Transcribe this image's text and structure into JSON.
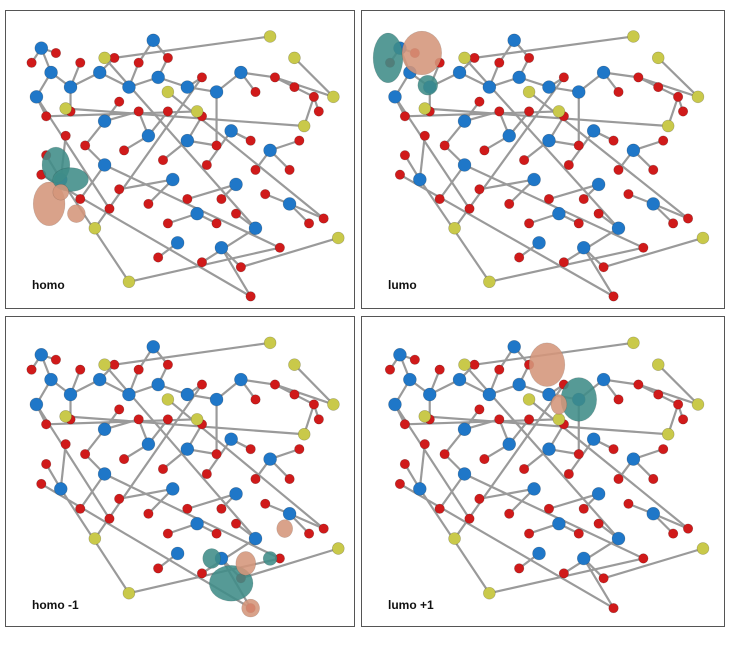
{
  "panels": [
    {
      "label": "homo"
    },
    {
      "label": "lumo"
    },
    {
      "label": "homo  -1"
    },
    {
      "label": "lumo +1"
    }
  ],
  "colors": {
    "silicon": "#1f77c8",
    "oxygen": "#d01a1a",
    "sulfur": "#c9c94a",
    "bond": "#9a9a9a",
    "orbital_positive": "#d4957a",
    "orbital_negative": "#3f8c87"
  }
}
